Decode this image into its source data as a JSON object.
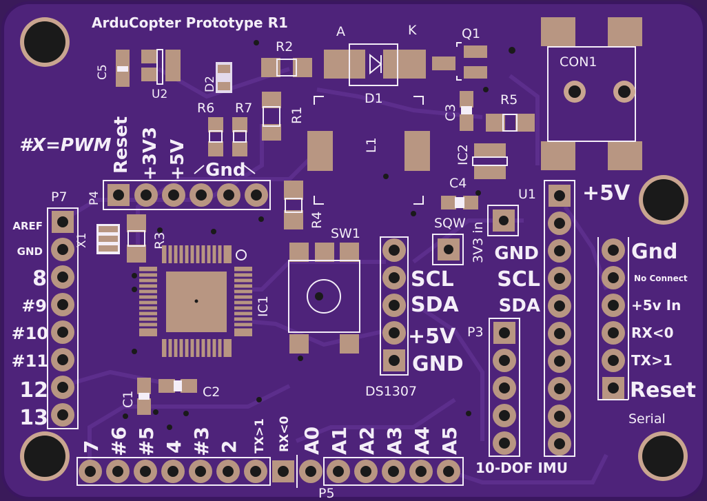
{
  "board": {
    "title": "ArduCopter Prototype R1",
    "pwm_note": "#X=PWM",
    "colors": {
      "board": "#4e237a",
      "board_edge": "#3a1660",
      "pad": "#b89682",
      "silk": "#f4eef8",
      "trace": "#5a2c8a",
      "hole": "#1a1a1a",
      "mount_ring": "#c9a590"
    }
  },
  "refs": {
    "c5": "C5",
    "u2": "U2",
    "d2": "D2",
    "r2": "R2",
    "r1": "R1",
    "r6": "R6",
    "r7": "R7",
    "d1": "D1",
    "anode": "A",
    "cathode": "K",
    "q1": "Q1",
    "con1": "CON1",
    "c3": "C3",
    "r5": "R5",
    "l1": "L1",
    "ic2": "IC2",
    "c4": "C4",
    "u1": "U1",
    "p4": "P4",
    "p7": "P7",
    "x1": "X1",
    "r3": "R3",
    "r4": "R4",
    "sw1": "SW1",
    "ic1": "IC1",
    "c1": "C1",
    "c2": "C2",
    "p3": "P3",
    "p5": "P5"
  },
  "p4_labels": {
    "reset": "Reset",
    "v33": "+3V3",
    "v5": "+5V",
    "gnd": "Gnd"
  },
  "p7_labels": [
    "AREF",
    "GND",
    "8",
    "#9",
    "#10",
    "#11",
    "12",
    "13"
  ],
  "p5_labels": [
    "7",
    "#6",
    "#5",
    "4",
    "#3",
    "2",
    "TX>1",
    "RX<0",
    "A0",
    "A1",
    "A2",
    "A3",
    "A4",
    "A5"
  ],
  "ds1307": {
    "name": "DS1307",
    "sqw": "SQW",
    "pins": [
      "SCL",
      "SDA",
      "+5V",
      "GND"
    ]
  },
  "imu": {
    "name": "10-DOF IMU",
    "v33_in": "3V3 in",
    "pins": [
      "GND",
      "SCL",
      "SDA"
    ],
    "v5": "+5V"
  },
  "serial": {
    "name": "Serial",
    "pins": [
      "Gnd",
      "No Connect",
      "+5v In",
      "RX<0",
      "TX>1",
      "Reset"
    ]
  }
}
